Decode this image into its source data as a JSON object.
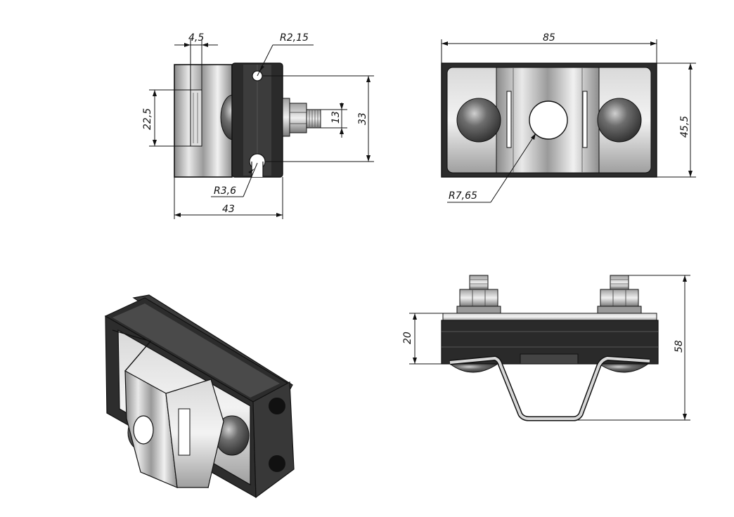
{
  "views": {
    "side": {
      "dims": {
        "slot_width": "4,5",
        "slot_height": "22,5",
        "top_radius": "R2,15",
        "bottom_radius": "R3,6",
        "bolt_height": "13",
        "body_height": "33",
        "total_width": "43"
      }
    },
    "top": {
      "dims": {
        "length": "85",
        "width": "45,5",
        "hole_radius": "R7,65"
      }
    },
    "iso": {},
    "front": {
      "dims": {
        "body_height": "20",
        "total_height": "58"
      }
    }
  },
  "colors": {
    "line": "#111111",
    "dark_metal": "#2a2a2a",
    "steel": "#b9b9b9",
    "steel_light": "#e6e6e6"
  }
}
